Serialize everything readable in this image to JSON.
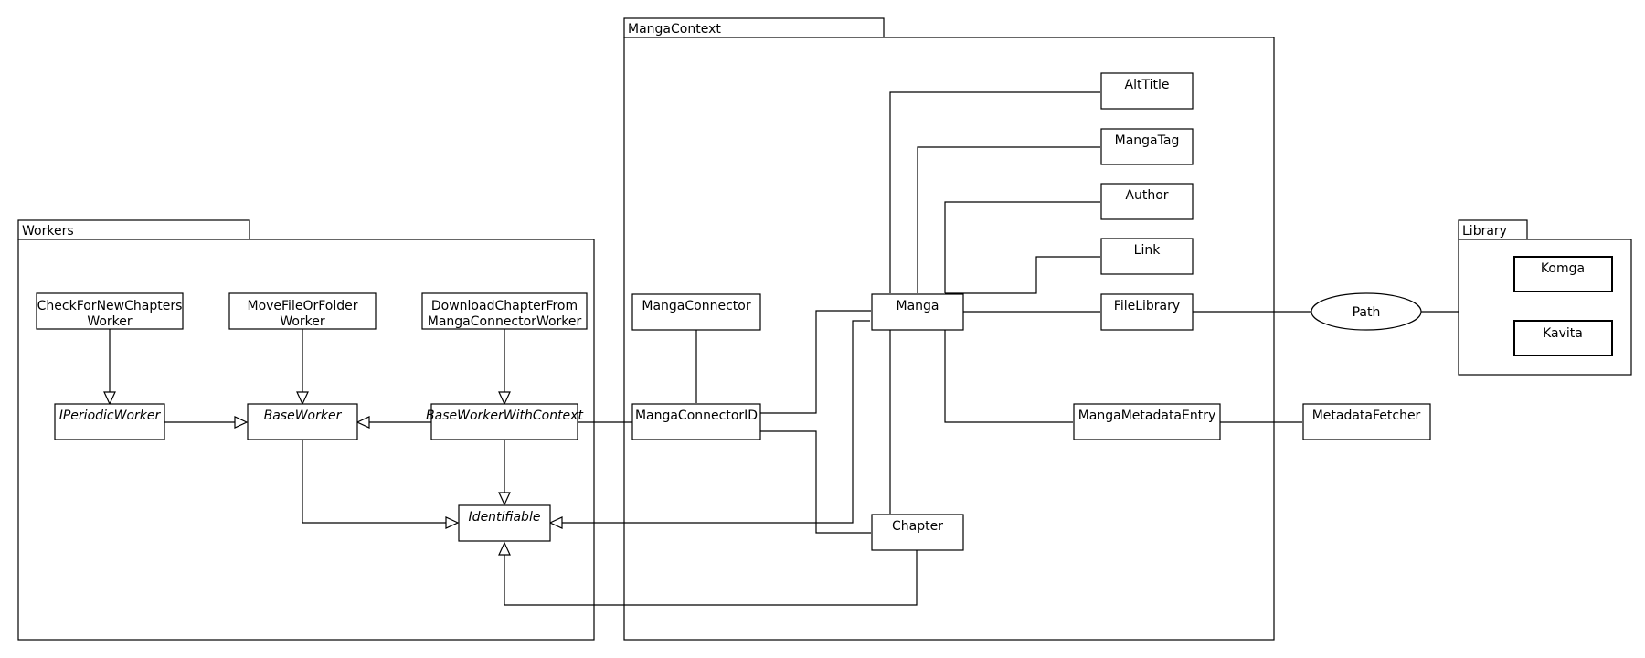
{
  "packages": {
    "workers": "Workers",
    "manga_context": "MangaContext",
    "library": "Library"
  },
  "workers": {
    "check_for_new_chapters": [
      "CheckForNewChapters",
      "Worker"
    ],
    "move_file_or_folder": [
      "MoveFileOrFolder",
      "Worker"
    ],
    "download_chapter": [
      "DownloadChapterFrom",
      "MangaConnectorWorker"
    ],
    "periodic_worker": "IPeriodicWorker",
    "base_worker": "BaseWorker",
    "base_worker_with_context": "BaseWorkerWithContext",
    "identifiable": "Identifiable"
  },
  "manga_context": {
    "manga_connector": "MangaConnector",
    "manga_connector_id": "MangaConnectorID",
    "manga": "Manga",
    "chapter": "Chapter",
    "alt_title": "AltTitle",
    "manga_tag": "MangaTag",
    "author": "Author",
    "link": "Link",
    "file_library": "FileLibrary",
    "manga_metadata_entry": "MangaMetadataEntry"
  },
  "external": {
    "metadata_fetcher": "MetadataFetcher",
    "path": "Path"
  },
  "library": {
    "komga": "Komga",
    "kavita": "Kavita"
  }
}
